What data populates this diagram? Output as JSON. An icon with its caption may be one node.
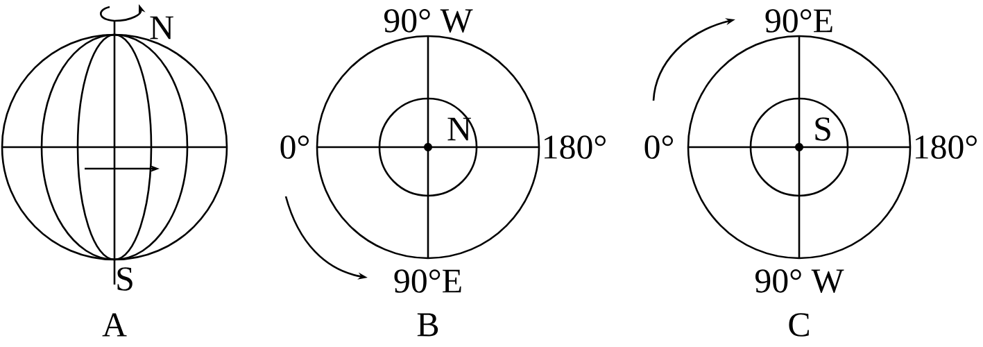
{
  "diagram": {
    "labels": [
      "N",
      "S",
      "A",
      "90° W",
      "0°",
      "N",
      "180°",
      "90°E",
      "B",
      "90°E",
      "0°",
      "S",
      "180°",
      "90° W",
      "C"
    ]
  }
}
